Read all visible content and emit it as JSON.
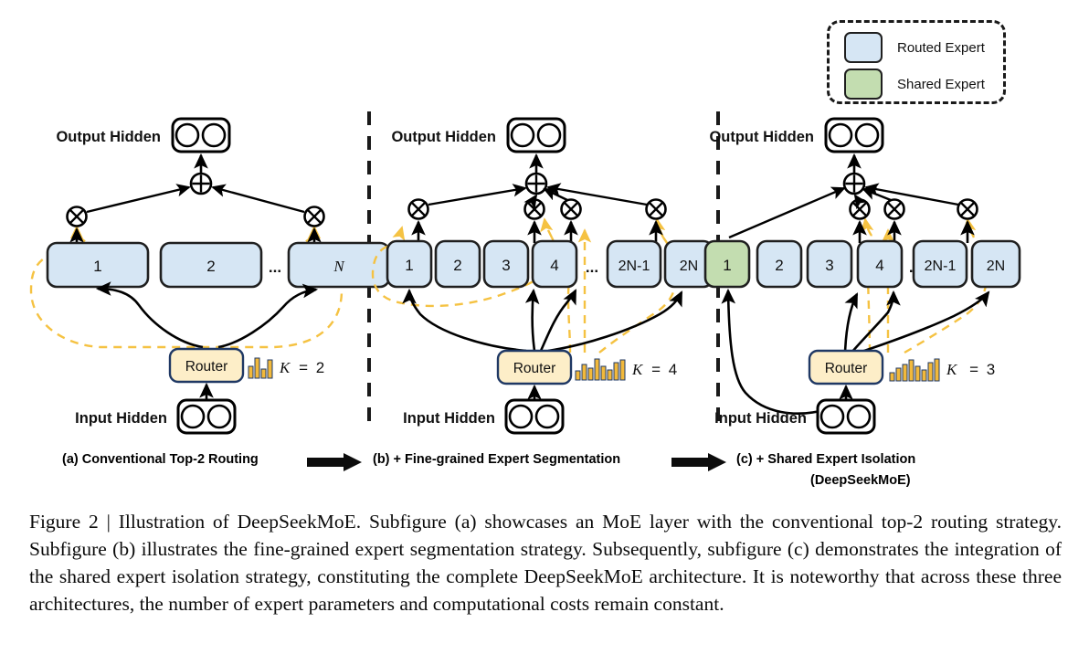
{
  "figure": {
    "legend": {
      "items": [
        {
          "label": "Routed Expert",
          "color": "#d6e6f4",
          "icon": "routed-expert-swatch"
        },
        {
          "label": "Shared Expert",
          "color": "#c3ddb0",
          "icon": "shared-expert-swatch"
        }
      ],
      "border_style": "dashed"
    },
    "colors": {
      "routed_expert_fill": "#d6e6f4",
      "shared_expert_fill": "#c3ddb0",
      "router_fill": "#fdeec8",
      "router_stroke": "#1f3864",
      "expert_stroke": "#1f1f1f",
      "gate_dashed": "#f5c242",
      "histogram_bar": "#f2b93b",
      "line": "#000000"
    },
    "panels": [
      {
        "id": "a",
        "caption": "(a) Conventional Top-2 Routing",
        "output_label": "Output Hidden",
        "input_label": "Input Hidden",
        "router_label": "Router",
        "k_label": "K = 2",
        "k_symbol": "K",
        "k_value": "2",
        "experts": [
          {
            "label": "1",
            "type": "routed",
            "gated": true
          },
          {
            "label": "2",
            "type": "routed",
            "gated": false
          },
          {
            "label": "...",
            "type": "ellipsis",
            "gated": false
          },
          {
            "label": "N",
            "type": "routed",
            "gated": true,
            "italic": true
          }
        ],
        "num_active": 2,
        "histogram": [
          0.45,
          0.95,
          0.3,
          0.85
        ]
      },
      {
        "id": "b",
        "caption": "(b) + Fine-grained Expert Segmentation",
        "output_label": "Output Hidden",
        "input_label": "Input Hidden",
        "router_label": "Router",
        "k_label": "K = 4",
        "k_symbol": "K",
        "k_value": "4",
        "experts": [
          {
            "label": "1",
            "type": "routed",
            "gated": true
          },
          {
            "label": "2",
            "type": "routed",
            "gated": false
          },
          {
            "label": "3",
            "type": "routed",
            "gated": false
          },
          {
            "label": "4",
            "type": "routed",
            "gated": true
          },
          {
            "label": "...",
            "type": "ellipsis",
            "gated": true
          },
          {
            "label": "2N-1",
            "type": "routed",
            "gated": false,
            "italic": true
          },
          {
            "label": "2N",
            "type": "routed",
            "gated": true,
            "italic": true
          }
        ],
        "num_active": 4,
        "histogram": [
          0.35,
          0.62,
          0.45,
          0.95,
          0.55,
          0.4,
          0.72,
          0.88
        ]
      },
      {
        "id": "c",
        "caption": "(c) + Shared Expert Isolation",
        "caption_line2": "(DeepSeekMoE)",
        "output_label": "Output Hidden",
        "input_label": "Input Hidden",
        "router_label": "Router",
        "k_label": "K = 3",
        "k_symbol": "K",
        "k_value": "3",
        "experts": [
          {
            "label": "1",
            "type": "shared",
            "gated": false
          },
          {
            "label": "2",
            "type": "routed",
            "gated": false
          },
          {
            "label": "3",
            "type": "routed",
            "gated": false
          },
          {
            "label": "4",
            "type": "routed",
            "gated": true
          },
          {
            "label": "...",
            "type": "ellipsis",
            "gated": true
          },
          {
            "label": "2N-1",
            "type": "routed",
            "gated": false,
            "italic": true
          },
          {
            "label": "2N",
            "type": "routed",
            "gated": true,
            "italic": true
          }
        ],
        "num_active": 3,
        "histogram": [
          0.3,
          0.5,
          0.68,
          0.92,
          0.58,
          0.42,
          0.78,
          0.95
        ]
      }
    ],
    "flow_arrow": "arrow-right",
    "caption": {
      "prefix": "Figure 2 | ",
      "text": "Illustration of DeepSeekMoE. Subfigure (a) showcases an MoE layer with the conventional top-2 routing strategy. Subfigure (b) illustrates the fine-grained expert segmentation strategy. Subsequently, subfigure (c) demonstrates the integration of the shared expert isolation strategy, constituting the complete DeepSeekMoE architecture. It is noteworthy that across these three architectures, the number of expert parameters and computational costs remain constant."
    }
  }
}
